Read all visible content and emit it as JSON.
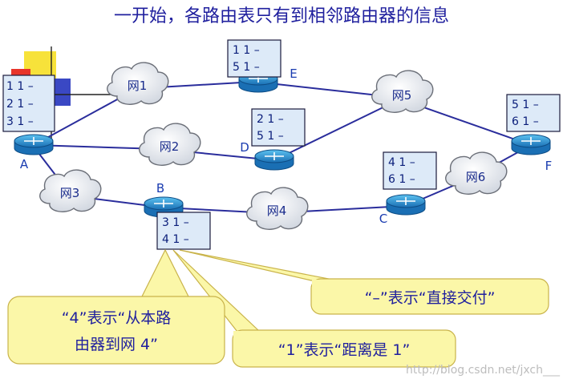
{
  "title": "一开始，各路由表只有到相邻路由器的信息",
  "routers": {
    "A": "A",
    "B": "B",
    "C": "C",
    "D": "D",
    "E": "E",
    "F": "F"
  },
  "networks": {
    "net1": "网1",
    "net2": "网2",
    "net3": "网3",
    "net4": "网4",
    "net5": "网5",
    "net6": "网6"
  },
  "tables": {
    "A": [
      "1 1 –",
      "2 1 –",
      "3 1 –"
    ],
    "B": [
      "3 1 –",
      "4 1 –"
    ],
    "C": [
      "4 1 –",
      "6 1 –"
    ],
    "D": [
      "2 1 –",
      "5 1 –"
    ],
    "E": [
      "1 1 –",
      "5 1 –"
    ],
    "F": [
      "5 1 –",
      "6 1 –"
    ]
  },
  "callouts": {
    "net_meaning_line1": "“4”表示“从本路",
    "net_meaning_line2": "由器到网 4”",
    "distance_meaning": "“1”表示“距离是 1”",
    "direct_meaning": "“–”表示“直接交付”"
  },
  "watermark": "http://blog.csdn.net/jxch___",
  "colors": {
    "title": "#1f1f9e",
    "link": "#2a2d9c",
    "router_body": "#2a92d4",
    "table_fill": "#ddeaf8",
    "callout_fill": "#fbf7a8",
    "callout_stroke": "#c9b34a"
  }
}
